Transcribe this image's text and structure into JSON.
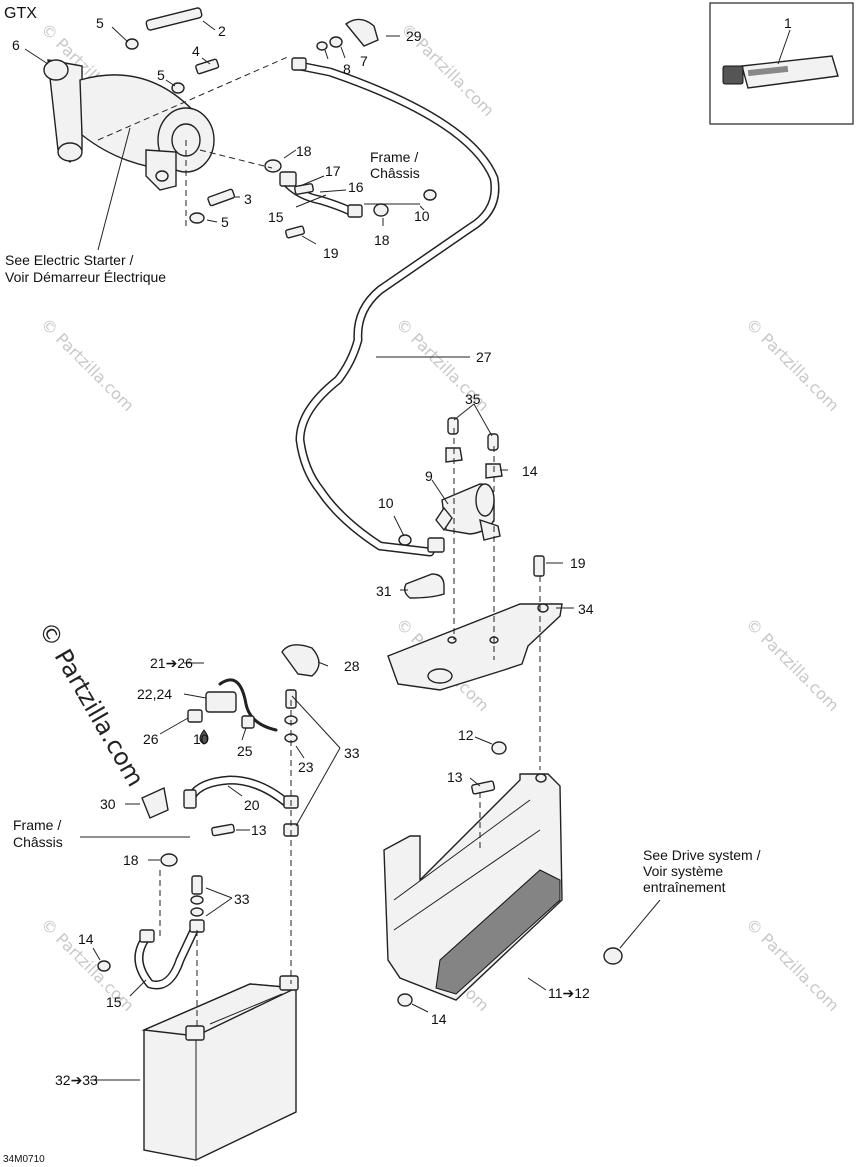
{
  "title": "GTX",
  "diagram_code": "34M0710",
  "watermark": "© Partzilla.com",
  "watermark_side": "© Partzilla.com",
  "notes": {
    "electric_starter": [
      "See Electric Starter /",
      "Voir Démarreur Électrique"
    ],
    "frame_top": [
      "Frame /",
      "Châssis"
    ],
    "frame_left": [
      "Frame /",
      "Châssis"
    ],
    "drive_system": [
      "See Drive system /",
      "Voir système",
      "entraînement"
    ]
  },
  "callouts": {
    "c1": "1",
    "c2": "2",
    "c3": "3",
    "c4": "4",
    "c5a": "5",
    "c5b": "5",
    "c5c": "5",
    "c6": "6",
    "c7": "7",
    "c8": "8",
    "c9": "9",
    "c10a": "10",
    "c10b": "10",
    "c1112": "11➔12",
    "c12": "12",
    "c13a": "13",
    "c13b": "13",
    "c14a": "14",
    "c14b": "14",
    "c14c": "14",
    "c15a": "15",
    "c15b": "15",
    "c16": "16",
    "c17": "17",
    "c18a": "18",
    "c18b": "18",
    "c18c": "18",
    "c19a": "19",
    "c19b": "19",
    "c20": "20",
    "c2126": "21➔26",
    "c2224": "22,24",
    "c23": "23",
    "c25": "25",
    "c26": "26",
    "c10drop": "10",
    "c27": "27",
    "c28": "28",
    "c29": "29",
    "c30": "30",
    "c31": "31",
    "c3233": "32➔33",
    "c33a": "33",
    "c33b": "33",
    "c34": "34",
    "c35": "35"
  }
}
